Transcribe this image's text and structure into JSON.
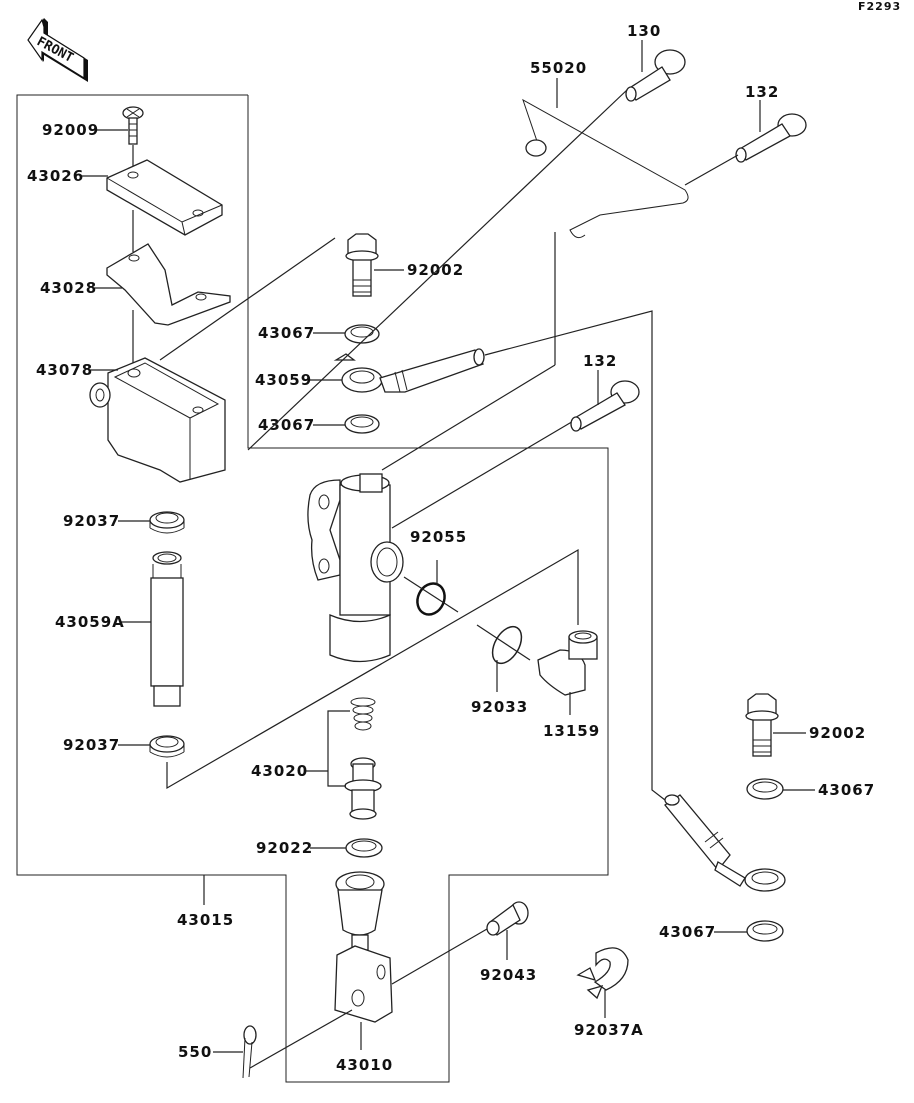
{
  "figure_id": "F2293",
  "front_indicator": "FRONT",
  "labels": {
    "p92009": "92009",
    "p43026": "43026",
    "p43028": "43028",
    "p43078": "43078",
    "p92037_top": "92037",
    "p43059A": "43059A",
    "p92037_bottom": "92037",
    "p43015": "43015",
    "p550": "550",
    "p43010": "43010",
    "p43020": "43020",
    "p92022": "92022",
    "p92002_top": "92002",
    "p43067_a": "43067",
    "p43059": "43059",
    "p43067_b": "43067",
    "p55020": "55020",
    "p130": "130",
    "p132_top": "132",
    "p132_mid": "132",
    "p92055": "92055",
    "p92033": "92033",
    "p13159": "13159",
    "p92043": "92043",
    "p92037A": "92037A",
    "p92002_right": "92002",
    "p43067_c": "43067",
    "p43067_d": "43067"
  }
}
